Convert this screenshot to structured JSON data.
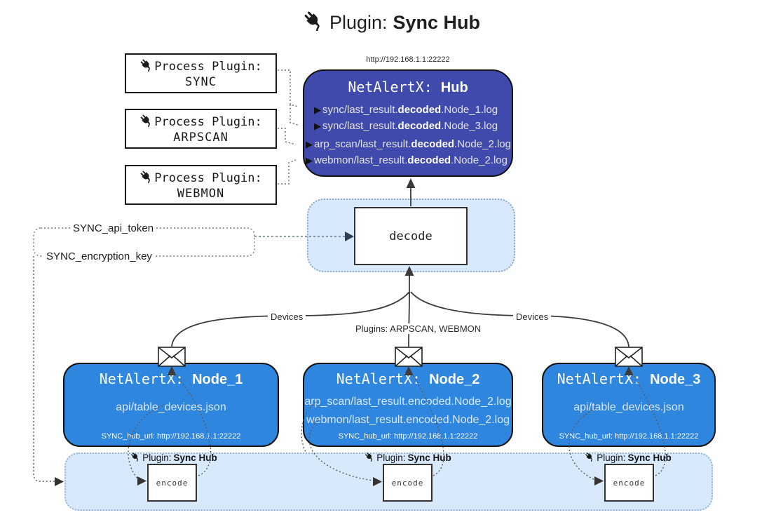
{
  "colors": {
    "hub_fill": "#3f4aac",
    "node_fill": "#2e86de",
    "panel_fill": "#d7e9fa",
    "border": "#1a1a1a"
  },
  "glyphs": {
    "log_arrow": "▶",
    "plug": "plug-icon",
    "envelope": "envelope-icon"
  },
  "title": {
    "prefix": "Plugin: ",
    "bold": "Sync Hub"
  },
  "process_plugins": [
    {
      "label": "Process Plugin:",
      "name": "SYNC"
    },
    {
      "label": "Process Plugin:",
      "name": "ARPSCAN"
    },
    {
      "label": "Process Plugin:",
      "name": "WEBMON"
    }
  ],
  "hub": {
    "url": "http://192.168.1.1:22222",
    "title_prefix": "NetAlertX: ",
    "title_bold": "Hub",
    "logs": [
      {
        "pre": "sync/last_result.",
        "bold": "decoded",
        "post": ".Node_1.log"
      },
      {
        "pre": "sync/last_result.",
        "bold": "decoded",
        "post": ".Node_3.log"
      },
      {
        "pre": "arp_scan/last_result.",
        "bold": "decoded",
        "post": ".Node_2.log"
      },
      {
        "pre": "webmon/last_result.",
        "bold": "decoded",
        "post": ".Node_2.log"
      }
    ]
  },
  "decode": {
    "label": "decode"
  },
  "keys": {
    "api_token": "SYNC_api_token",
    "encryption_key": "SYNC_encryption_key"
  },
  "edges": {
    "devices_left": "Devices",
    "devices_right": "Devices",
    "plugins": "Plugins: ARPSCAN, WEBMON"
  },
  "nodes": [
    {
      "title_prefix": "NetAlertX: ",
      "title_bold": "Node_1",
      "files": [
        "api/table_devices.json"
      ],
      "hub_url": "SYNC_hub_url: http://192.168.1.1:22222"
    },
    {
      "title_prefix": "NetAlertX: ",
      "title_bold": "Node_2",
      "files": [
        "arp_scan/last_result.encoded.Node_2.log",
        "webmon/last_result.encoded.Node_2.log"
      ],
      "hub_url": "SYNC_hub_url: http://192.168.1.1:22222"
    },
    {
      "title_prefix": "NetAlertX: ",
      "title_bold": "Node_3",
      "files": [
        "api/table_devices.json"
      ],
      "hub_url": "SYNC_hub_url: http://192.168.1.1:22222"
    }
  ],
  "encoders": [
    {
      "plugin_prefix": "Plugin: ",
      "plugin_bold": "Sync Hub",
      "label": "encode"
    },
    {
      "plugin_prefix": "Plugin: ",
      "plugin_bold": "Sync Hub",
      "label": "encode"
    },
    {
      "plugin_prefix": "Plugin: ",
      "plugin_bold": "Sync Hub",
      "label": "encode"
    }
  ]
}
